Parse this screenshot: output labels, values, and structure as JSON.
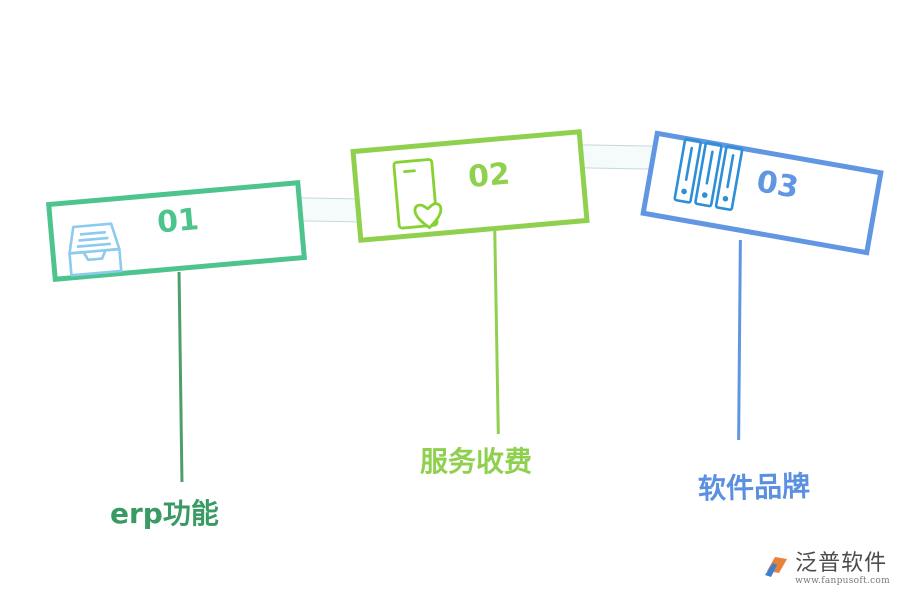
{
  "steps": [
    {
      "number": "01",
      "label": "erp功能",
      "color": "#4dc48e",
      "stem_color": "#4e9e6a",
      "label_color": "#3a9a64",
      "icon": "inbox-tray-icon"
    },
    {
      "number": "02",
      "label": "服务收费",
      "color": "#8fd14f",
      "stem_color": "#8fd14f",
      "label_color": "#8fd14f",
      "icon": "phone-heart-icon"
    },
    {
      "number": "03",
      "label": "软件品牌",
      "color": "#6196e2",
      "stem_color": "#6196e2",
      "label_color": "#5b8fdf",
      "icon": "server-rack-icon"
    }
  ],
  "logo": {
    "name": "泛普软件",
    "url": "www.fanpusoft.com"
  }
}
